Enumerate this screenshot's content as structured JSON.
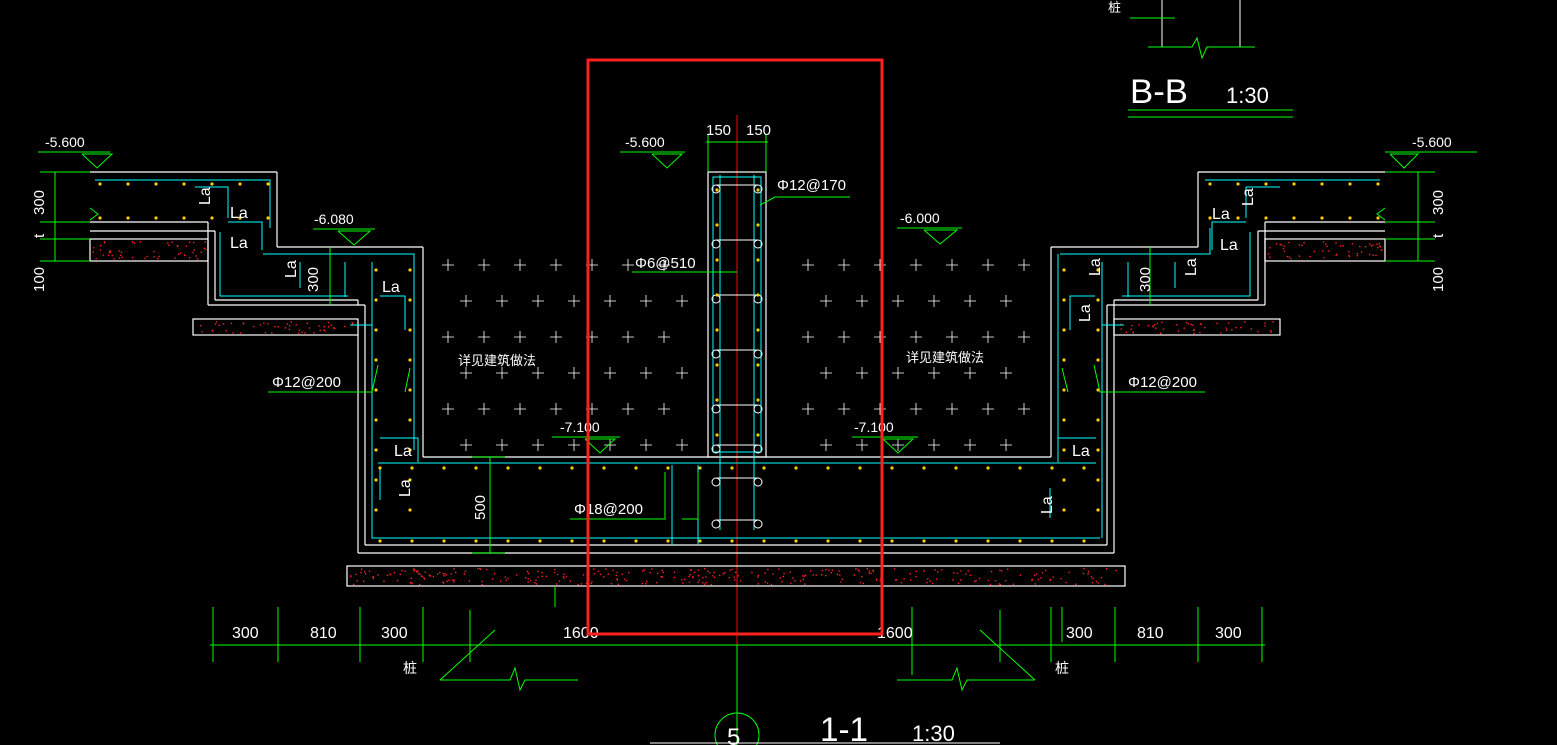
{
  "section_title": {
    "name": "1-1",
    "scale": "1:30",
    "axis": "5"
  },
  "bb_title": {
    "name": "B-B",
    "scale": "1:30",
    "pile": "桩"
  },
  "elevations": {
    "top_left": "-5.600",
    "top_right": "-5.600",
    "top_center": "-5.600",
    "step_left": "-6.080",
    "step_right": "-6.000",
    "bottom_left": "-7.100",
    "bottom_right": "-7.100"
  },
  "rebar": {
    "wall_top": "Φ12@170",
    "stirrup": "Φ6@510",
    "side_left": "Φ12@200",
    "side_right": "Φ12@200",
    "bottom": "Φ18@200"
  },
  "dims": {
    "half_left": "150",
    "half_right": "150",
    "slab_300_left": "300",
    "slab_t_left": "t",
    "slab_100_left": "100",
    "slab_300_right": "300",
    "slab_t_right": "t",
    "slab_100_right": "100",
    "step_300_left": "300",
    "step_300_right": "300",
    "depth_500": "500",
    "bottom_dims_left": [
      "300",
      "810",
      "300"
    ],
    "span_left": "1600",
    "span_right": "1600",
    "bottom_dims_right": [
      "300",
      "810",
      "300"
    ]
  },
  "labels": {
    "anchor": "La",
    "fill_left": "详见建筑做法",
    "fill_right": "详见建筑做法",
    "pile_left": "桩",
    "pile_right": "桩"
  },
  "colors": {
    "outline": "#ffffff",
    "rebar": "#00ffff",
    "dimension": "#00ff00",
    "axis": "#ff0000",
    "highlight": "#ff2020",
    "hatch": "#ff0000",
    "stirrup_dots": "#ffcc00"
  }
}
